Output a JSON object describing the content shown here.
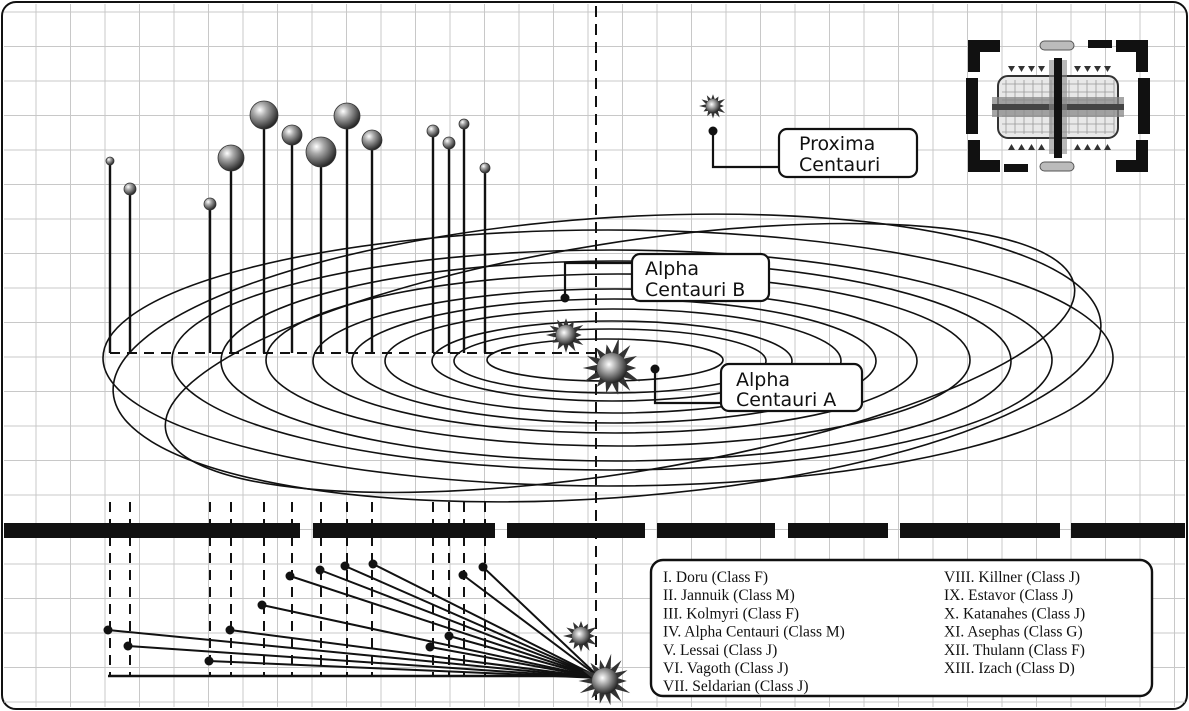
{
  "diagram": {
    "star_labels": [
      {
        "id": "proxima",
        "lines": [
          "Proxima",
          "Centauri"
        ]
      },
      {
        "id": "alpha-b",
        "lines": [
          "Alpha",
          "Centauri B"
        ]
      },
      {
        "id": "alpha-a",
        "lines": [
          "Alpha",
          "Centauri A"
        ]
      }
    ],
    "legend": {
      "left": [
        "I. Doru (Class F)",
        "II. Jannuik (Class M)",
        "III. Kolmyri (Class F)",
        "IV. Alpha Centauri (Class M)",
        "V. Lessai (Class J)",
        "VI. Vagoth (Class J)",
        "VII. Seldarian (Class J)"
      ],
      "right": [
        "VIII. Killner (Class J)",
        "IX. Estavor (Class J)",
        "X. Katanahes (Class J)",
        "XI. Asephas (Class G)",
        "XII. Thulann (Class F)",
        "XIII. Izach (Class D)"
      ]
    },
    "planet_count": 13,
    "colors": {
      "ink": "#111111",
      "grid": "#c8c8c8",
      "paper": "#ffffff"
    }
  }
}
